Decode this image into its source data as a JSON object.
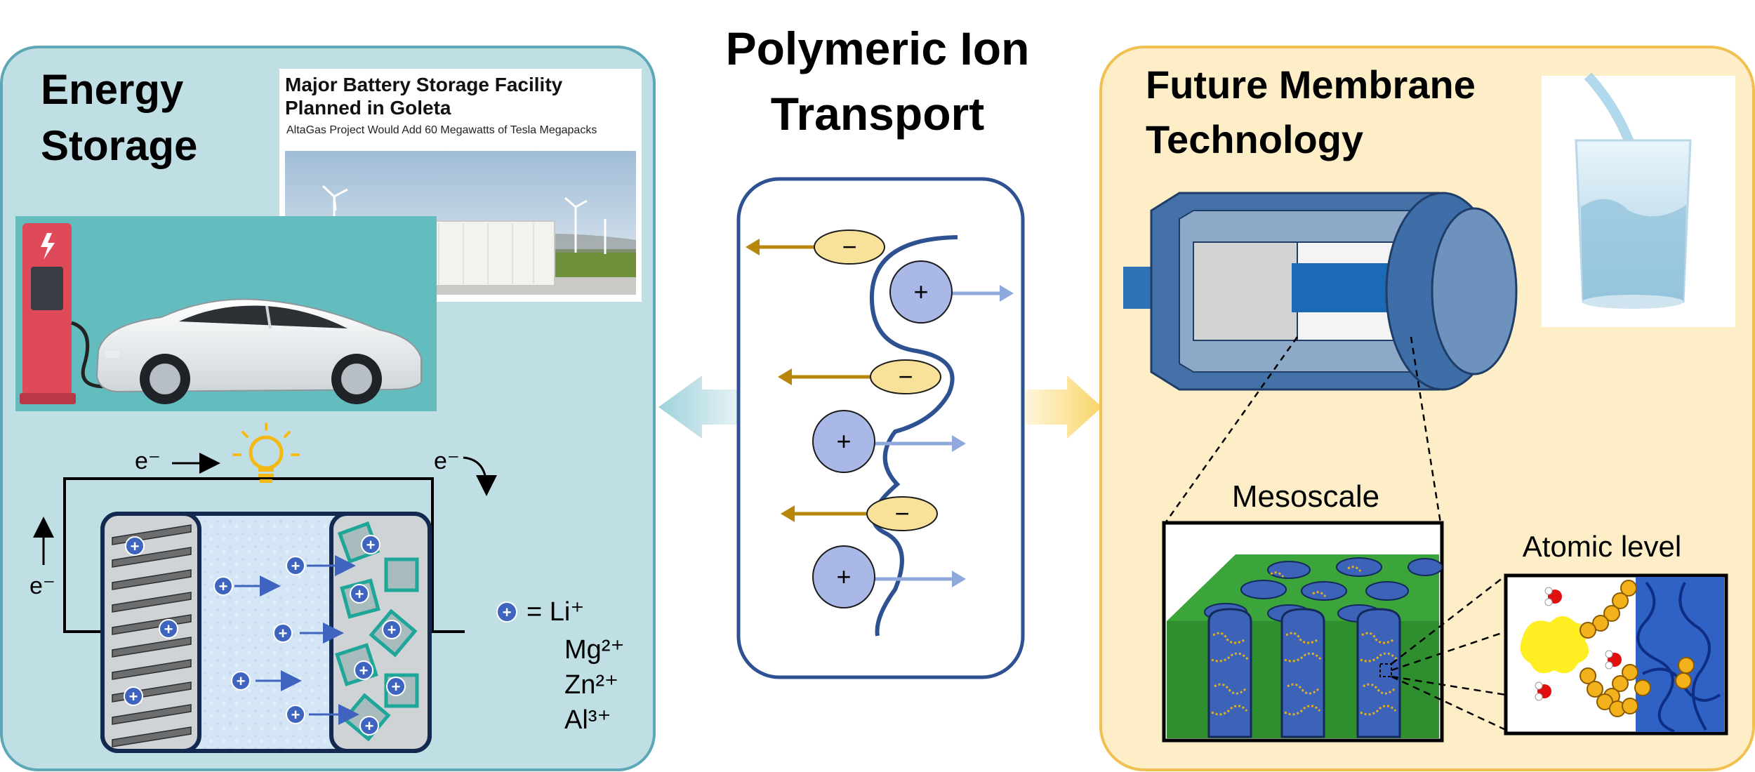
{
  "left_panel": {
    "title_line1": "Energy",
    "title_line2": "Storage",
    "news": {
      "headline_line1": "Major Battery Storage Facility",
      "headline_line2": "Planned in Goleta",
      "subhead": "AltaGas Project Would Add 60 Megawatts of Tesla Megapacks"
    },
    "battery": {
      "electron_top_left": "e⁻",
      "electron_top_right": "e⁻",
      "electron_left": "e⁻",
      "ion_label": "+",
      "legend_equals": "= Li⁺",
      "legend_ions": [
        "Mg²⁺",
        "Zn²⁺",
        "Al³⁺"
      ]
    }
  },
  "center_panel": {
    "title_line1": "Polymeric Ion",
    "title_line2": "Transport",
    "anion_symbol": "−",
    "cation_symbol": "+"
  },
  "right_panel": {
    "title_line1": "Future Membrane",
    "title_line2": "Technology",
    "mesoscale_label": "Mesoscale",
    "atomic_label": "Atomic level"
  },
  "colors": {
    "left_bg": "#c0dfe5",
    "left_border": "#5ea7b6",
    "right_bg": "#fdeec8",
    "right_border": "#f0c050",
    "center_border": "#2d5191",
    "anion_fill": "#f8e29a",
    "cation_fill": "#a9b8e6",
    "anion_arrow": "#b8860b",
    "cation_arrow": "#8fa9dd",
    "membrane_green": "#2f8f2f",
    "pore_blue": "#3c63b8"
  }
}
